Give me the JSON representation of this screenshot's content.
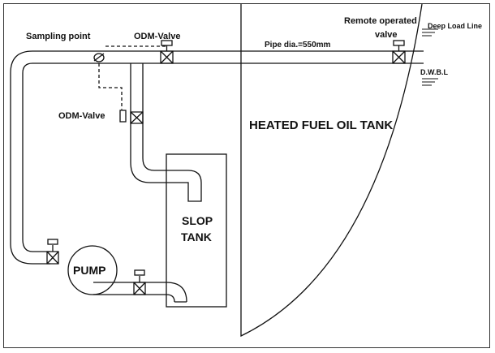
{
  "labels": {
    "sampling_point": "Sampling point",
    "odm_valve_top": "ODM-Valve",
    "odm_valve_left": "ODM-Valve",
    "remote_valve_1": "Remote operated",
    "remote_valve_2": "valve",
    "pipe_dia": "Pipe dia.=550mm",
    "deep_load_line": "Deep Load Line",
    "dwbl": "D.W.B.L",
    "heated_tank": "HEATED FUEL OIL TANK",
    "slop_tank_1": "SLOP",
    "slop_tank_2": "TANK",
    "pump": "PUMP"
  },
  "colors": {
    "line": "#111111",
    "background": "#ffffff"
  }
}
